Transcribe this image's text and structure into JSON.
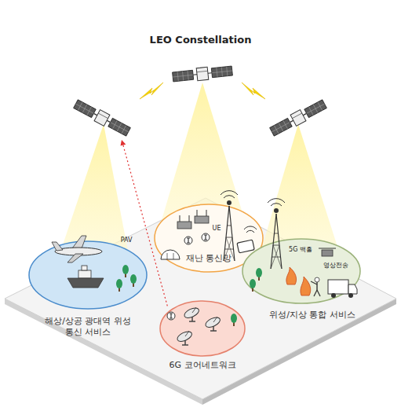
{
  "diagram": {
    "title": "LEO Constellation",
    "nodes": [
      {
        "text": [
          "재난 통신망"
        ]
      },
      {
        "text": [
          "해상/상공 광대역 위성통신 서비스"
        ]
      },
      {
        "text": [
          "위성/지상 통합 서비스"
        ]
      },
      {
        "text": [
          "6G 코어네트워크"
        ]
      }
    ],
    "labels": [
      "PAV",
      "UE",
      "5G 백홀",
      "영상전송"
    ]
  }
}
